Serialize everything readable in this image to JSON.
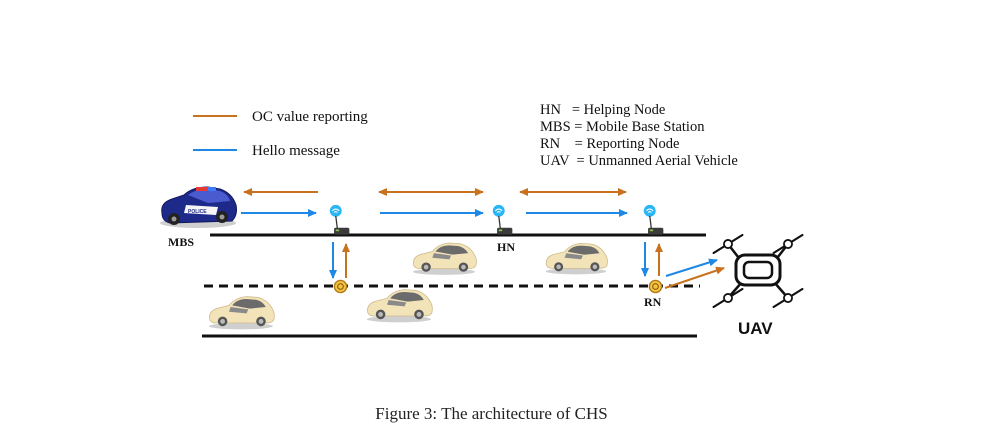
{
  "legend": {
    "oc_label": "OC value reporting",
    "hello_label": "Hello message",
    "oc_color": "#c8721f",
    "hello_color": "#1e88e5"
  },
  "abbreviations": [
    "HN   = Helping Node",
    "MBS = Mobile Base Station",
    "RN    = Reporting Node",
    "UAV  = Unmanned Aerial Vehicle"
  ],
  "labels": {
    "mbs": "MBS",
    "hn": "HN",
    "rn": "RN",
    "uav": "UAV",
    "police": "POLICE"
  },
  "caption": "Figure 3: The architecture of CHS",
  "icons": [
    "police-car-icon",
    "roadside-unit-icon",
    "car-icon",
    "drone-icon",
    "vehicle-node-icon"
  ]
}
